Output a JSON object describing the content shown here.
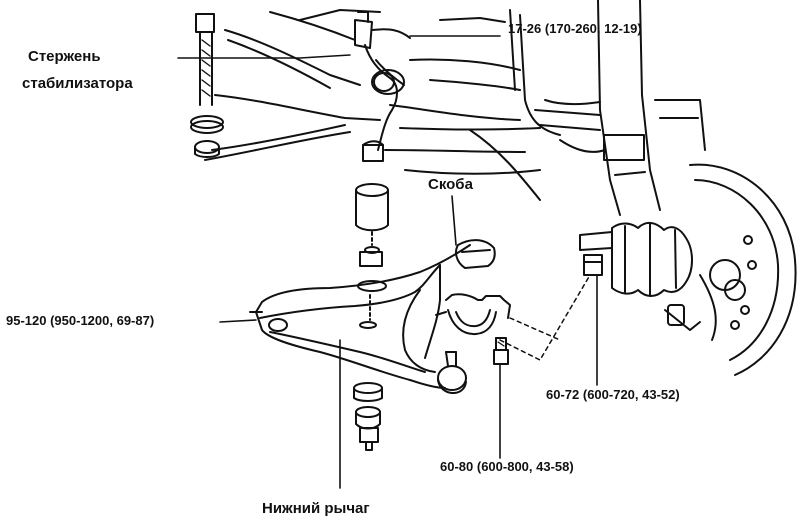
{
  "labels": {
    "stabilizer_rod_line1": "Стержень",
    "stabilizer_rod_line2": "стабилизатора",
    "torque_top": "17-26 (170-260, 12-19)",
    "bracket": "Скоба",
    "torque_left": "95-120 (950-1200, 69-87)",
    "torque_right": "60-72 (600-720, 43-52)",
    "torque_bottom": "60-80 (600-800, 43-58)",
    "lower_arm": "Нижний рычаг"
  },
  "colors": {
    "ink": "#111111",
    "paper": "#ffffff"
  }
}
